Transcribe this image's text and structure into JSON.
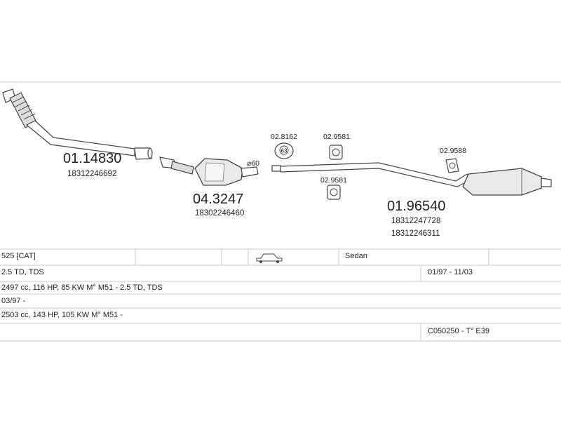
{
  "parts": {
    "front_pipe": {
      "code": "01.14830",
      "oe": "18312246692"
    },
    "catalyst": {
      "code": "04.3247",
      "oe": "18302246460"
    },
    "diameter": "⌀60",
    "clamp": "02.8162",
    "clamp_badge": "63",
    "hanger_top": "02.9581",
    "hanger_bottom": "02.9581",
    "hanger_rear": "02.9588",
    "rear_pipe": {
      "code": "01.96540",
      "oe1": "18312247728",
      "oe2": "18312246311"
    }
  },
  "table": {
    "row1": {
      "model": "525  [CAT]",
      "body": "Sedan"
    },
    "row2": {
      "engine": "2.5 TD, TDS",
      "dates": "01/97 - 11/03"
    },
    "row3": {
      "spec": "2497 cc, 116 HP, 85 KW M° M51 - 2.5 TD, TDS"
    },
    "row4": {
      "spec": "03/97 -"
    },
    "row5": {
      "spec": "2503 cc, 143 HP, 105 KW M° M51 -"
    },
    "row6": {
      "ref": "C050250  - T° E39"
    }
  },
  "icons": {
    "car": "sedan-car-icon"
  }
}
